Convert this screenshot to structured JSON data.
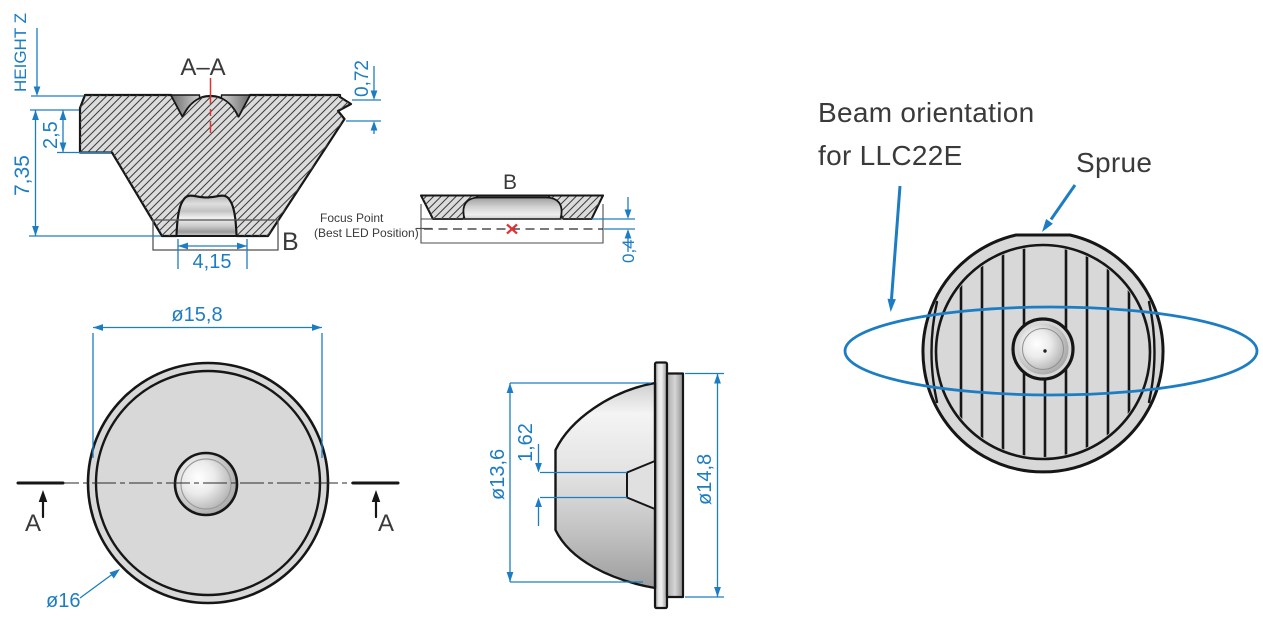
{
  "colors": {
    "dimension": "#1d7dc2",
    "accent-red": "#e03232",
    "drawing-text": "#3a3a3a",
    "body-fill": "#dcdcdc",
    "outline-dark": "#161616"
  },
  "section_view": {
    "title": "A–A",
    "height_axis_label": "HEIGHT Z",
    "dim_total_height": "7,35",
    "dim_step_height": "2,5",
    "dim_tab_height": "0,72",
    "dim_pocket_width": "4,15",
    "detail_marker": "B"
  },
  "detail_view": {
    "title": "B",
    "dim_focus_offset": "0,4",
    "caption_line1": "Focus Point",
    "caption_line2": "(Best LED Position)"
  },
  "front_view": {
    "dim_inner_diameter": "ø15,8",
    "dim_outer_diameter": "ø16",
    "section_label_left": "A",
    "section_label_right": "A"
  },
  "side_view": {
    "dim_dome_diameter": "ø13,6",
    "dim_gate_width": "1,62",
    "dim_flange_diameter": "ø14,8"
  },
  "beam_view": {
    "caption_line1": "Beam orientation",
    "caption_line2": "for LLC22E",
    "sprue_label": "Sprue"
  }
}
